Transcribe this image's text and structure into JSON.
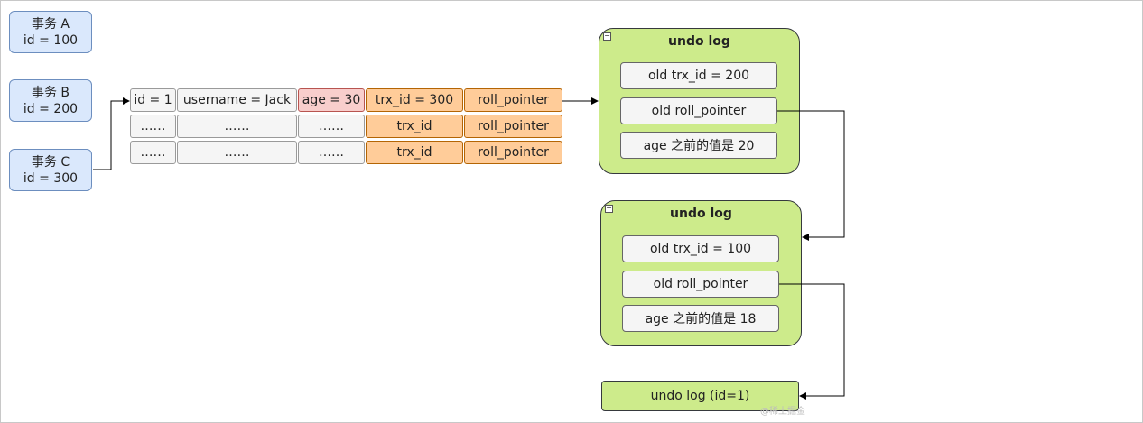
{
  "transactions": [
    {
      "name": "事务 A",
      "id": "id = 100"
    },
    {
      "name": "事务 B",
      "id": "id = 200"
    },
    {
      "name": "事务 C",
      "id": "id = 300"
    }
  ],
  "row": {
    "header": [
      "id = 1",
      "username = Jack",
      "age = 30",
      "trx_id = 300",
      "roll_pointer"
    ],
    "rows": [
      [
        "……",
        "……",
        "……",
        "trx_id",
        "roll_pointer"
      ],
      [
        "……",
        "……",
        "……",
        "trx_id",
        "roll_pointer"
      ]
    ]
  },
  "undo_logs": [
    {
      "title": "undo log",
      "entries": [
        "old trx_id = 200",
        "old roll_pointer",
        "age 之前的值是 20"
      ]
    },
    {
      "title": "undo log",
      "entries": [
        "old trx_id = 100",
        "old roll_pointer",
        "age 之前的值是 18"
      ]
    }
  ],
  "final_log": "undo log (id=1)",
  "watermark": "@稀土掘金",
  "colors": {
    "transaction": "#dae8fc",
    "undo_group": "#cdeb8b",
    "highlight": "#f8cecc",
    "trx_cells": "#ffcc99",
    "cells": "#f5f5f5"
  }
}
